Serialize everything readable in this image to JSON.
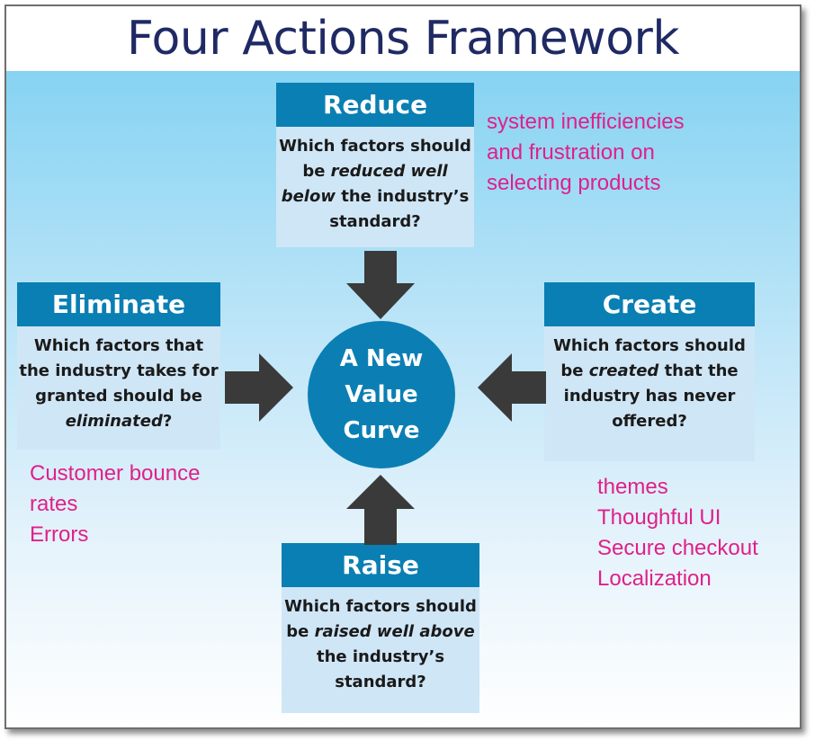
{
  "title": "Four Actions Framework",
  "center": {
    "line1": "A New",
    "line2": "Value",
    "line3": "Curve"
  },
  "reduce": {
    "label": "Reduce",
    "q1": "Which factors should",
    "q2_pre": "be ",
    "q2_em": "reduced well",
    "q3_em": "below",
    "q3_post": " the industry’s",
    "q4": "standard?"
  },
  "eliminate": {
    "label": "Eliminate",
    "q1": "Which factors that",
    "q2": "the industry takes for",
    "q3": "granted should be",
    "q4_em": "eliminated",
    "q4_post": "?"
  },
  "create": {
    "label": "Create",
    "q1": "Which factors should",
    "q2_pre": "be ",
    "q2_em": "created",
    "q2_post": " that the",
    "q3": "industry has never",
    "q4": "offered?"
  },
  "raise": {
    "label": "Raise",
    "q1": "Which factors should",
    "q2_pre": "be ",
    "q2_em": "raised well above",
    "q3": "the industry’s",
    "q4": "standard?"
  },
  "notes": {
    "reduce": [
      "system inefficiencies",
      "and frustration on",
      "selecting products"
    ],
    "eliminate": [
      "Customer bounce",
      "rates",
      "Errors"
    ],
    "create": [
      "themes",
      "Thoughful UI",
      "Secure checkout",
      "Localization"
    ]
  },
  "colors": {
    "title": "#1f2a64",
    "header": "#0a7fb3",
    "body": "#cfe6f6",
    "arrow": "#3a3a3a",
    "note": "#e0208a"
  }
}
